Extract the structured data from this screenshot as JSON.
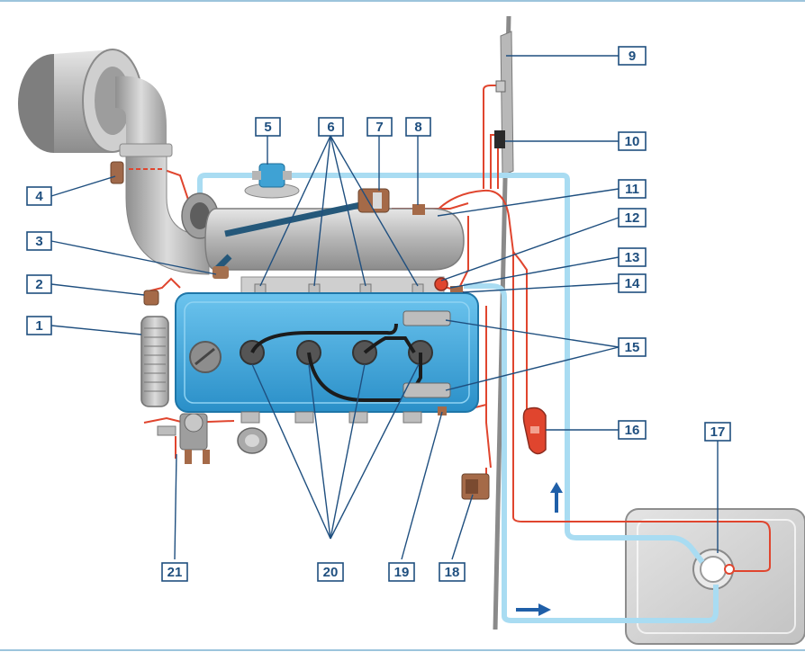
{
  "labels": {
    "l1": "1",
    "l2": "2",
    "l3": "3",
    "l4": "4",
    "l5": "5",
    "l6": "6",
    "l7": "7",
    "l8": "8",
    "l9": "9",
    "l10": "10",
    "l11": "11",
    "l12": "12",
    "l13": "13",
    "l14": "14",
    "l15": "15",
    "l16": "16",
    "l17": "17",
    "l18": "18",
    "l19": "19",
    "l20": "20",
    "l21": "21"
  },
  "colors": {
    "wire": "#e0452e",
    "hose": "#a9dcf2",
    "engine_cover": "#3aa8dd",
    "label_border": "#1f4f7f",
    "metal": "#b9b9b9",
    "flow_arrow": "#1f5fa8"
  }
}
